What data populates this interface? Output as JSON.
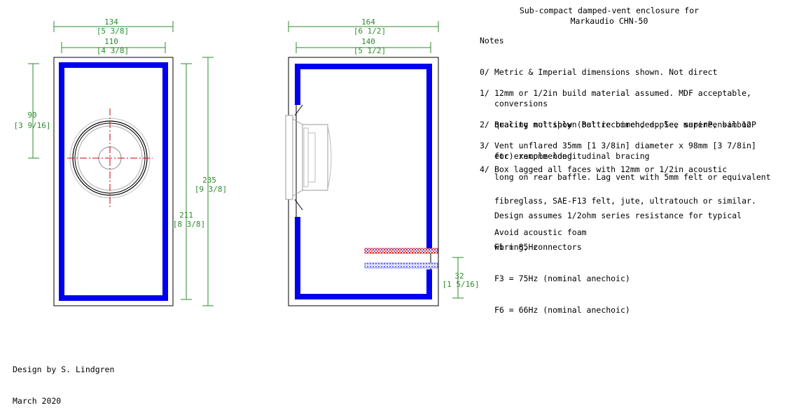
{
  "title": {
    "line1": "Sub-compact damped-vent enclosure for",
    "line2": "Markaudio CHN-50"
  },
  "notes": {
    "heading": "Notes",
    "items": [
      {
        "num": "0/",
        "lines": [
          "Metric & Imperial dimensions shown. Not direct",
          "conversions"
        ]
      },
      {
        "num": "1/",
        "lines": [
          "12mm or 1/2in build material assumed. MDF acceptable,",
          "quality multiply (Baltic birch, apple, marine, bamboo",
          "etc) recommended"
        ]
      },
      {
        "num": "2/",
        "lines": [
          "Bracing not shown but recommended. See superPensil 12P",
          "for example longitudinal bracing"
        ]
      },
      {
        "num": "3/",
        "lines": [
          "Vent unflared 35mm [1 3/8in] diameter x 98mm [3 7/8in]",
          "long on rear baffle. Lag vent with 5mm felt or equivalent"
        ]
      },
      {
        "num": "4/",
        "lines": [
          "Box lagged all faces with 12mm or 1/2in acoustic",
          "fibreglass, SAE-F13 felt, jute, ultratouch or similar.",
          "Avoid acoustic foam"
        ]
      }
    ],
    "design_lines": [
      "Design assumes 1/2ohm series resistance for typical",
      "wiring, connectors"
    ],
    "specs": [
      "Fb = 85Hz",
      "F3 = 75Hz (nominal anechoic)",
      "F6 = 66Hz (nominal anechoic)"
    ]
  },
  "credit": {
    "line1": "Design by S. Lindgren",
    "line2": "March 2020"
  },
  "dimensions": {
    "front_width_outer": {
      "metric": "134",
      "imperial": "[5 3/8]"
    },
    "front_width_inner": {
      "metric": "110",
      "imperial": "[4 3/8]"
    },
    "driver_center_height": {
      "metric": "90",
      "imperial": "[3 9/16]"
    },
    "height_outer": {
      "metric": "235",
      "imperial": "[9 3/8]"
    },
    "height_inner": {
      "metric": "211",
      "imperial": "[8 3/8]"
    },
    "side_depth_outer": {
      "metric": "164",
      "imperial": "[6 1/2]"
    },
    "side_depth_inner": {
      "metric": "140",
      "imperial": "[5 1/2]"
    },
    "vent_height": {
      "metric": "32",
      "imperial": "[1 5/16]"
    }
  },
  "colors": {
    "lagging": "#0000ee",
    "dimension": "#2e8b2e",
    "centerline": "#cc0000",
    "vent_red": "#dd2222",
    "vent_blue": "#6666ff"
  }
}
